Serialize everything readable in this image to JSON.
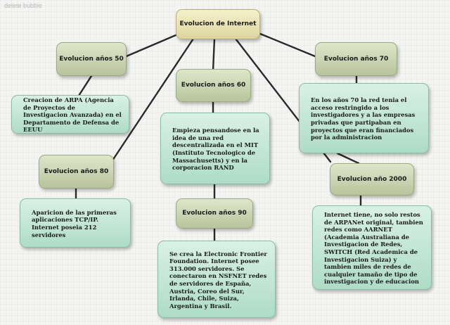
{
  "watermark": "delete bubble",
  "root": {
    "label": "Evolucion de Internet"
  },
  "branches": {
    "b50": {
      "label": "Evolucion años 50",
      "text": "Creacion de ARPA (Agencia de Proyectos de Investigacion Avanzada) en el Departamento de Defensa de EEUU"
    },
    "b60": {
      "label": "Evolucion años 60",
      "text": "Empieza pensandose en la idea de una red descentralizada en el MIT (Instituto Tecnologico de Massachusetts) y en la corporacion RAND"
    },
    "b70": {
      "label": "Evolucion años 70",
      "text": "En los años 70 la red tenia el acceso restringido a los investigadores y a las empresas privadas que partipaban en proyectos que eran financiados por la administracion"
    },
    "b80": {
      "label": "Evolucion años 80",
      "text": "Aparicion de las primeras aplicaciones TCP/IP. Internet poseia 212 servidores"
    },
    "b90": {
      "label": "Evolucion años 90",
      "text": "Se crea la Electronic Frontier Foundation. Internet posee 313.000 servidores. Se conectaron en NSFNET redes de servidores de España, Austria, Coreo del Sur, Irlanda, Chile, Suiza, Argentina y Brasil."
    },
    "b2000": {
      "label": "Evolucion año 2000",
      "text": "Internet tiene, no solo restos de ARPANet original, tambien redes como AARNET (Academia Australiana de Investigacion de Redes, SWITCH (Red Academica de Investigacion Suiza) y tambien miles de redes de cualquier tamaño de tipo de investigacion y de educacion"
    }
  }
}
